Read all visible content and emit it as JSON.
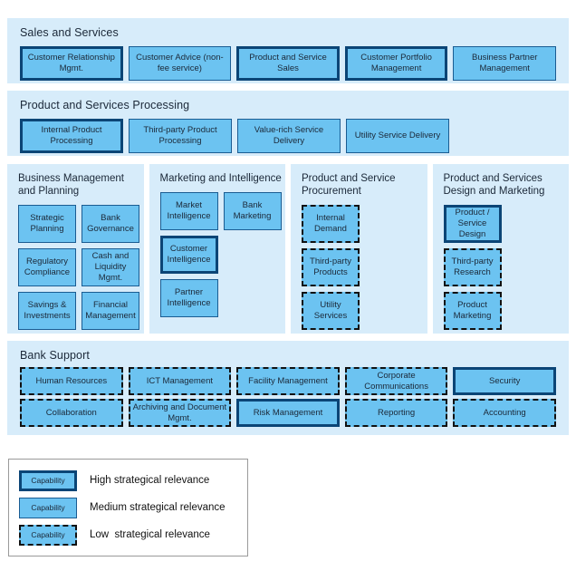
{
  "legend_levels": {
    "high": "High strategical relevance",
    "medium": "Medium strategical relevance",
    "low": "Low  strategical relevance",
    "swatch_label": "Capability"
  },
  "colors": {
    "band_background": "#d7ecfa",
    "capability_fill": "#6cc3f1",
    "high_border": "#0b4576",
    "medium_border": "#1a5c92",
    "low_border": "#111111",
    "text": "#1b2838",
    "legend_border": "#9a9a9a",
    "page_background": "#ffffff"
  },
  "sections": [
    {
      "title": "Sales and Services",
      "capabilities": [
        {
          "label": "Customer Relationship Mgmt.",
          "relevance": "high"
        },
        {
          "label": "Customer Advice (non-fee service)",
          "relevance": "medium"
        },
        {
          "label": "Product and Service Sales",
          "relevance": "high"
        },
        {
          "label": "Customer Portfolio Management",
          "relevance": "high"
        },
        {
          "label": "Business Partner Management",
          "relevance": "medium"
        }
      ]
    },
    {
      "title": "Product and Services Processing",
      "capabilities": [
        {
          "label": "Internal Product Processing",
          "relevance": "high"
        },
        {
          "label": "Third-party Product Processing",
          "relevance": "medium"
        },
        {
          "label": "Value-rich Service Delivery",
          "relevance": "medium"
        },
        {
          "label": "Utility Service Delivery",
          "relevance": "medium"
        }
      ]
    }
  ],
  "columns": [
    {
      "title": "Business Management and Planning",
      "capabilities": [
        {
          "label": "Strategic Planning",
          "relevance": "medium"
        },
        {
          "label": "Bank Governance",
          "relevance": "medium"
        },
        {
          "label": "Regulatory Compliance",
          "relevance": "medium"
        },
        {
          "label": "Cash and Liquidity Mgmt.",
          "relevance": "medium"
        },
        {
          "label": "Savings & Investments",
          "relevance": "medium"
        },
        {
          "label": "Financial Management",
          "relevance": "medium"
        }
      ]
    },
    {
      "title": "Marketing and Intelligence",
      "capabilities": [
        {
          "label": "Market Intelligence",
          "relevance": "medium"
        },
        {
          "label": "Bank Marketing",
          "relevance": "medium"
        },
        {
          "label": "Customer Intelligence",
          "relevance": "high"
        },
        {
          "label": "",
          "relevance": "spacer"
        },
        {
          "label": "Partner Intelligence",
          "relevance": "medium"
        }
      ]
    },
    {
      "title": "Product and Service Procurement",
      "capabilities": [
        {
          "label": "Internal Demand",
          "relevance": "low"
        },
        {
          "label": "",
          "relevance": "spacer"
        },
        {
          "label": "Third-party Products",
          "relevance": "low"
        },
        {
          "label": "",
          "relevance": "spacer"
        },
        {
          "label": "Utility Services",
          "relevance": "low"
        }
      ]
    },
    {
      "title": "Product and Services Design and Marketing",
      "capabilities": [
        {
          "label": "Product / Service Design",
          "relevance": "high"
        },
        {
          "label": "",
          "relevance": "spacer"
        },
        {
          "label": "Third-party Research",
          "relevance": "low"
        },
        {
          "label": "",
          "relevance": "spacer"
        },
        {
          "label": "Product Marketing",
          "relevance": "low"
        }
      ]
    }
  ],
  "support": {
    "title": "Bank Support",
    "rows": [
      [
        {
          "label": "Human Resources",
          "relevance": "low"
        },
        {
          "label": "ICT Management",
          "relevance": "low"
        },
        {
          "label": "Facility Management",
          "relevance": "low"
        },
        {
          "label": "Corporate Communications",
          "relevance": "low"
        },
        {
          "label": "Security",
          "relevance": "high"
        }
      ],
      [
        {
          "label": "Collaboration",
          "relevance": "low"
        },
        {
          "label": "Archiving and Document Mgmt.",
          "relevance": "low"
        },
        {
          "label": "Risk Management",
          "relevance": "high"
        },
        {
          "label": "Reporting",
          "relevance": "low"
        },
        {
          "label": "Accounting",
          "relevance": "low"
        }
      ]
    ]
  }
}
